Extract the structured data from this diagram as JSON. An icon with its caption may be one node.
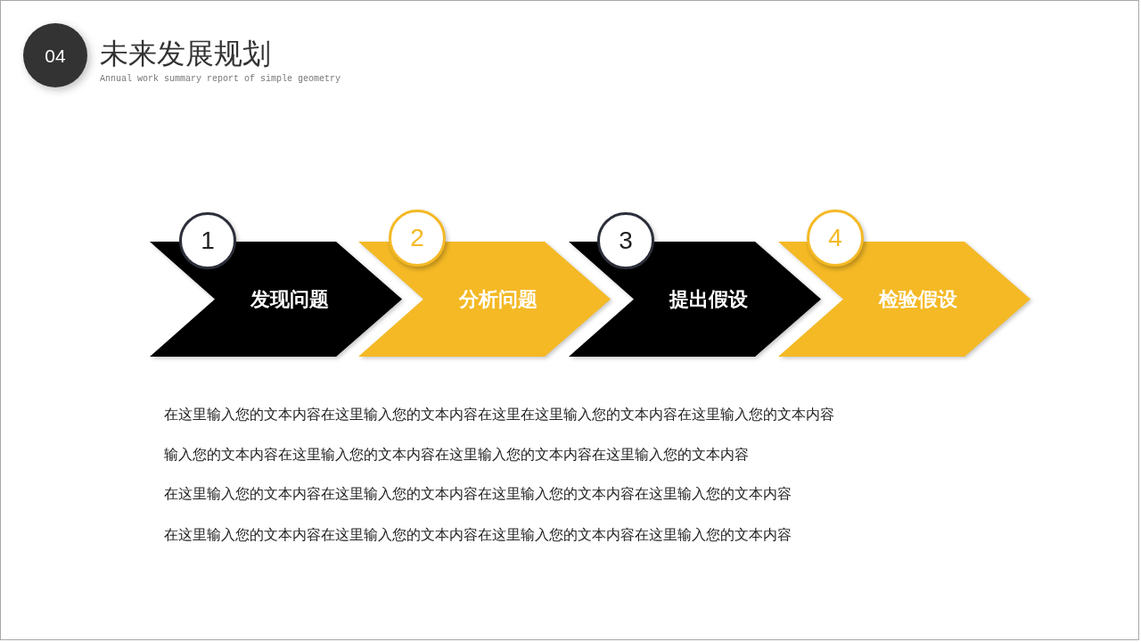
{
  "diagram": {
    "title": "未来发展规划",
    "nodes": [
      {
        "text": [
          "04"
        ]
      },
      {
        "text": [
          "1"
        ]
      },
      {
        "text": [
          "发现问题"
        ]
      },
      {
        "text": [
          "2"
        ]
      },
      {
        "text": [
          "分析问题"
        ]
      },
      {
        "text": [
          "3"
        ]
      },
      {
        "text": [
          "提出假设"
        ]
      },
      {
        "text": [
          "4"
        ]
      },
      {
        "text": [
          "检验假设"
        ]
      }
    ],
    "labels": [
      "Annual work summary report of simple geometry",
      "在这里输入您的文本内容在这里输入您的文本内容在这里在这里输入您的文本内容在这里输入您的文本内容",
      "输入您的文本内容在这里输入您的文本内容在这里输入您的文本内容在这里输入您的文本内容",
      "在这里输入您的文本内容在这里输入您的文本内容在这里输入您的文本内容在这里输入您的文本内容",
      "在这里输入您的文本内容在这里输入您的文本内容在这里输入您的文本内容在这里输入您的文本内容"
    ]
  }
}
